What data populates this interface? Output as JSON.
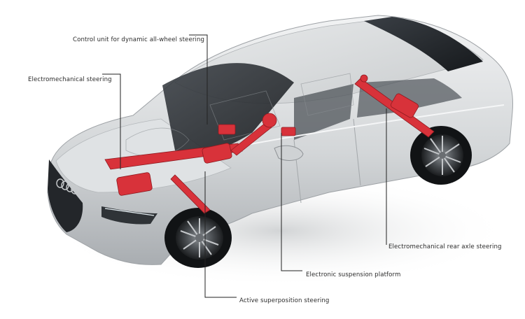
{
  "labels": {
    "control_unit": "Control unit for dynamic all-wheel steering",
    "electromechanical_steering": "Electromechanical steering",
    "rear_axle_steering": "Electromechanical rear axle steering",
    "suspension_platform": "Electronic suspension platform",
    "superposition_steering": "Active superposition steering"
  },
  "colors": {
    "body": "#d6d8da",
    "body_light": "#eceeef",
    "glass": "#2a2e33",
    "component_red": "#d8323a",
    "leader": "#222222"
  }
}
